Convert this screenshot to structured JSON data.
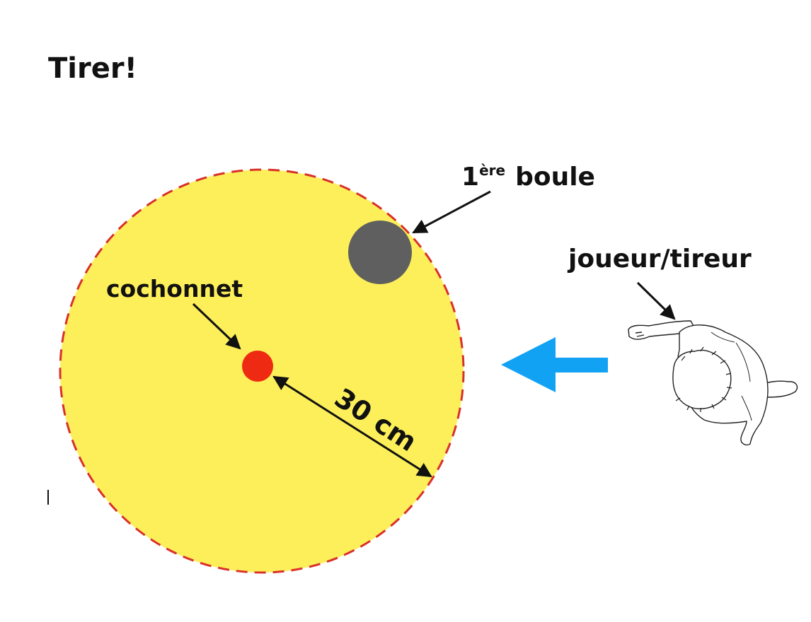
{
  "title": "Tirer!",
  "labels": {
    "first_ball_ordinal": "1",
    "first_ball_superscript": "ère",
    "first_ball_word": "boule",
    "jack": "cochonnet",
    "distance": "30 cm",
    "player": "joueur/tireur"
  },
  "colors": {
    "zone_fill": "#fdef5a",
    "zone_border": "#d9302a",
    "jack": "#ee2a12",
    "first_ball": "#5f5f5f",
    "throw_arrow": "#12a2f4",
    "annotation": "#111111"
  },
  "icons": {
    "player_figure": "player-top-view-icon",
    "throw_direction": "arrow-left-icon"
  }
}
